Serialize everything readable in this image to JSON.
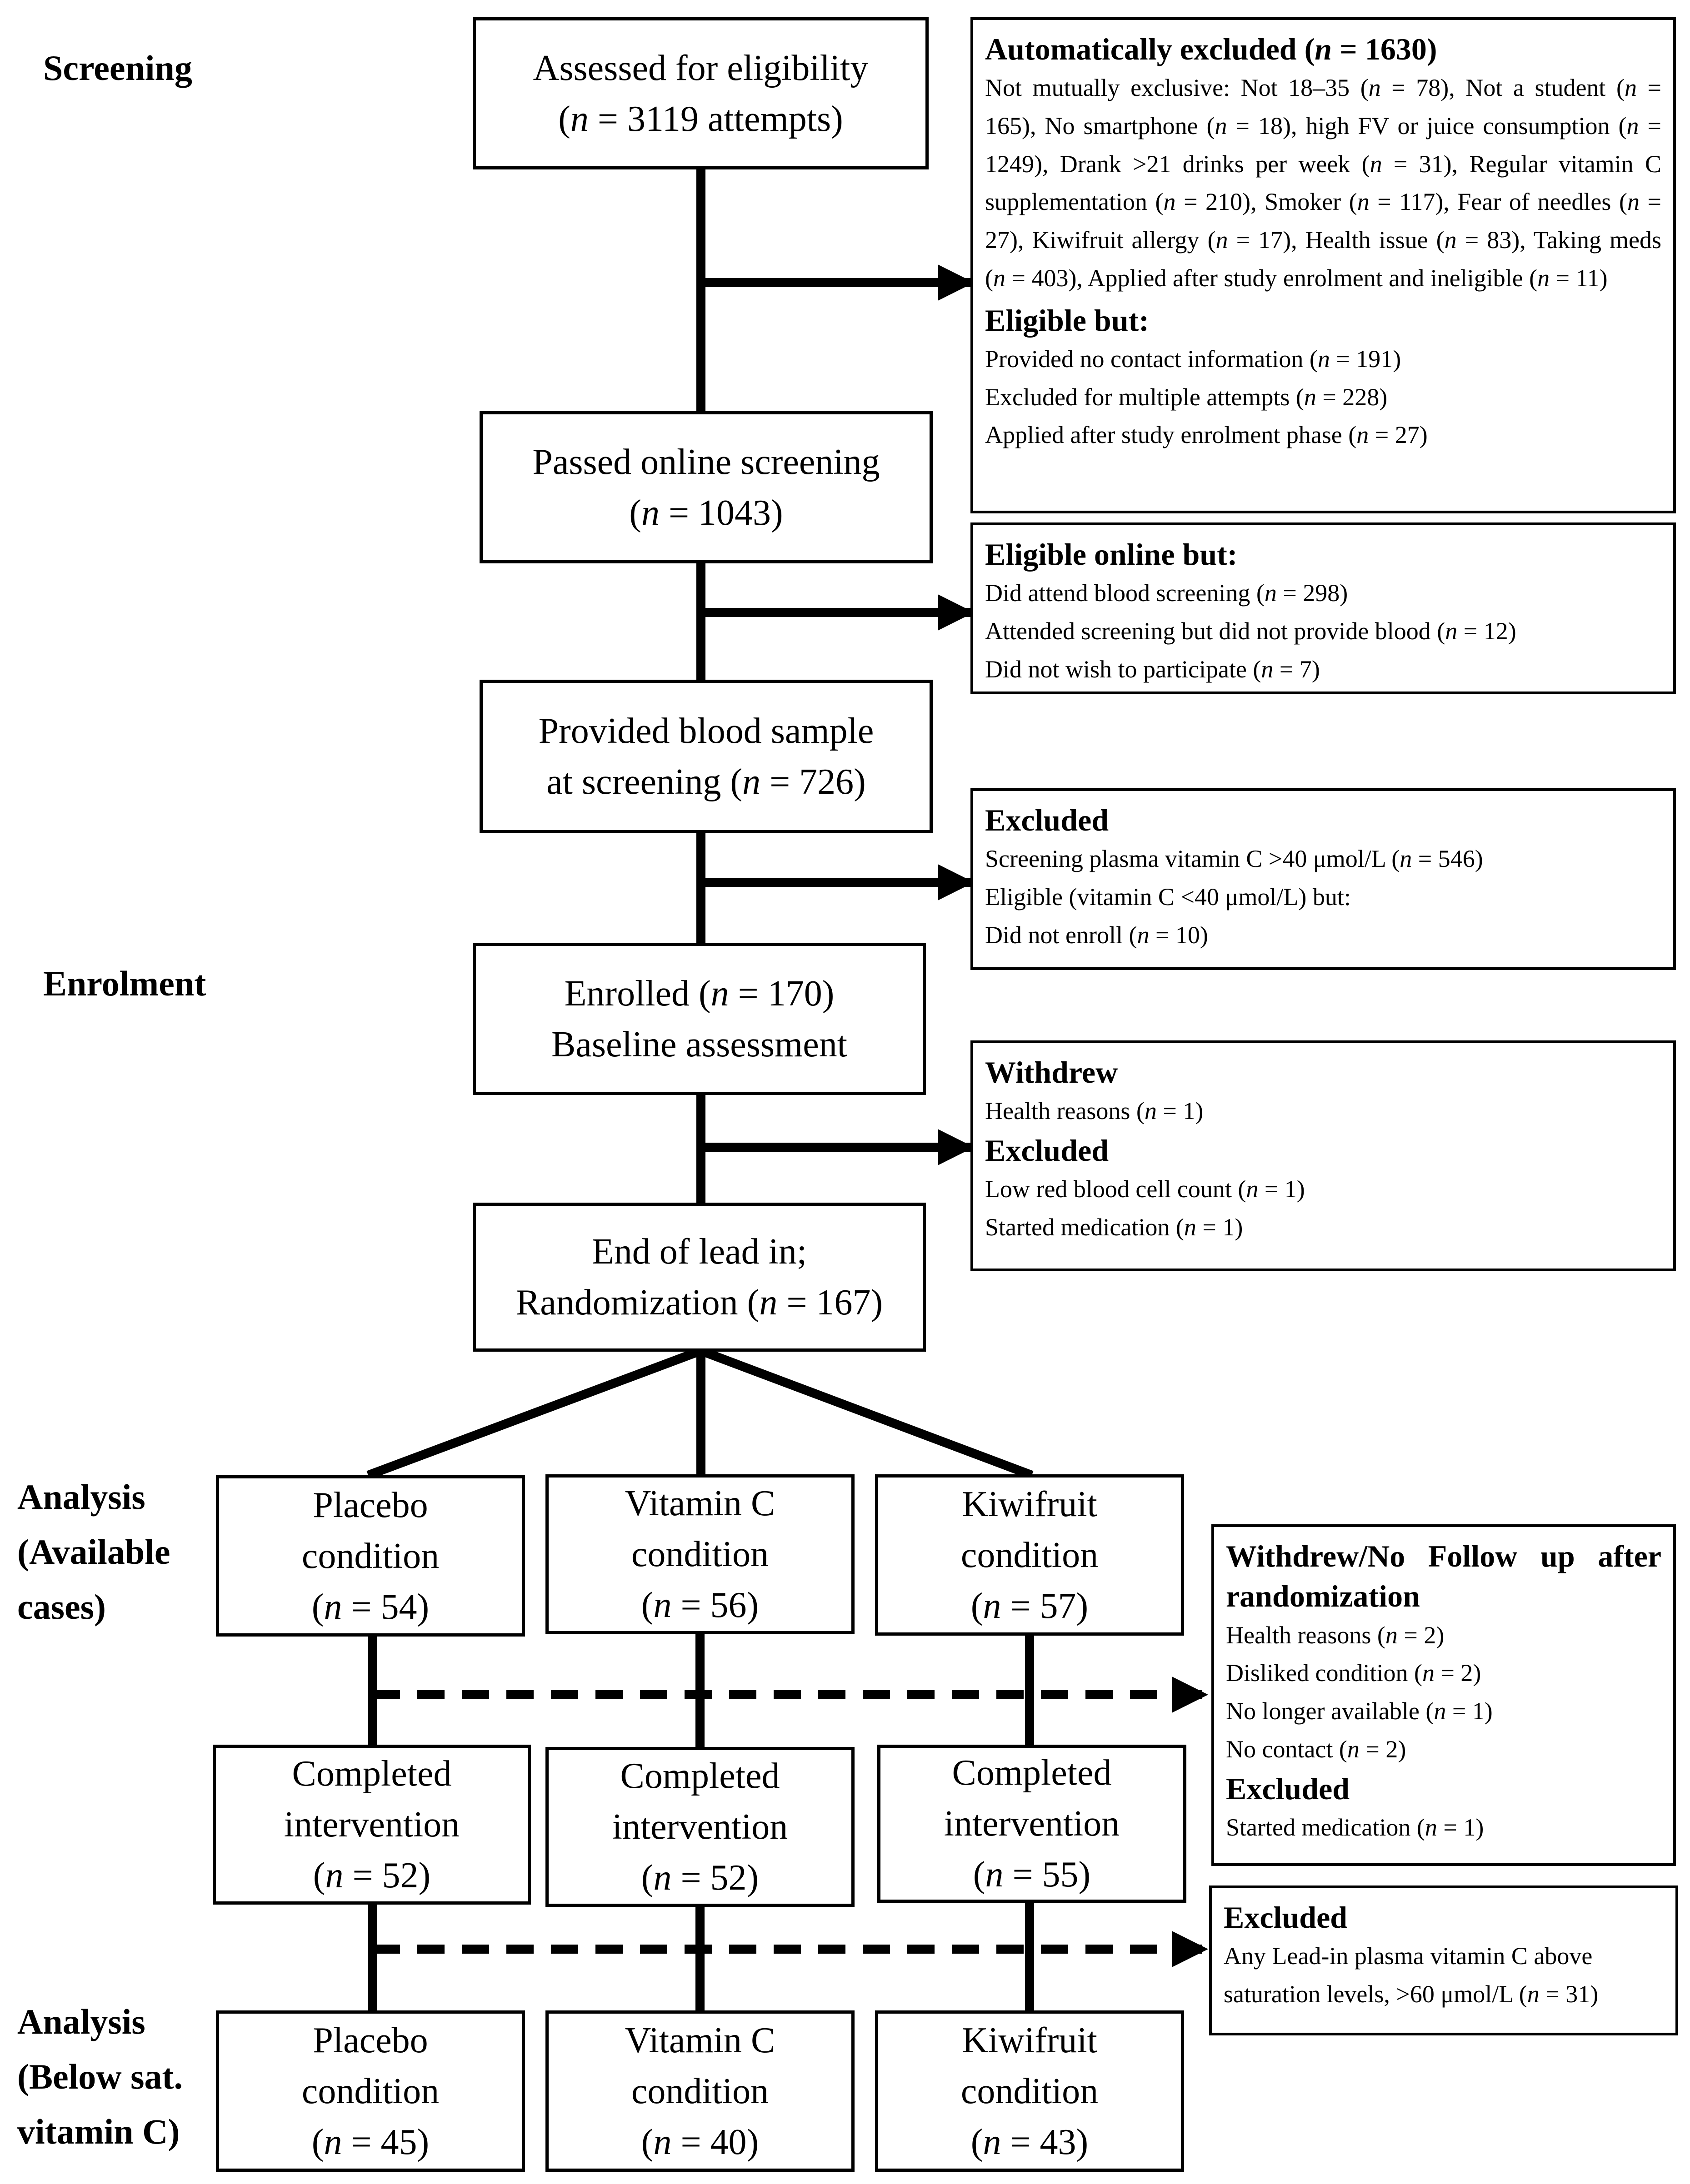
{
  "stages": {
    "screening": "Screening",
    "enrolment": "Enrolment",
    "analysis_available": [
      "Analysis",
      "(Available",
      "cases)"
    ],
    "analysis_below": [
      "Analysis",
      "(Below sat.",
      "vitamin C)"
    ]
  },
  "flow": {
    "assessed": [
      "Assessed for eligibility",
      "(n = 3119 attempts)"
    ],
    "passed": [
      "Passed online screening",
      "(n = 1043)"
    ],
    "blood": [
      "Provided blood sample",
      "at screening (n = 726)"
    ],
    "enrolled": [
      "Enrolled (n = 170)",
      "Baseline assessment"
    ],
    "randomization": [
      "End of lead in;",
      "Randomization (n = 167)"
    ],
    "arms_randomized": [
      [
        "Placebo",
        "condition",
        "(n = 54)"
      ],
      [
        "Vitamin C",
        "condition",
        "(n = 56)"
      ],
      [
        "Kiwifruit",
        "condition",
        "(n = 57)"
      ]
    ],
    "arms_completed": [
      [
        "Completed",
        "intervention",
        "(n = 52)"
      ],
      [
        "Completed",
        "intervention",
        "(n = 52)"
      ],
      [
        "Completed",
        "intervention",
        "(n = 55)"
      ]
    ],
    "arms_analysis": [
      [
        "Placebo",
        "condition",
        "(n = 45)"
      ],
      [
        "Vitamin C",
        "condition",
        "(n = 40)"
      ],
      [
        "Kiwifruit",
        "condition",
        "(n = 43)"
      ]
    ]
  },
  "exclusions": {
    "auto": {
      "heading": "Automatically excluded (n = 1630)",
      "body": "Not mutually exclusive: Not 18–35 (n = 78), Not a student (n = 165), No smartphone (n = 18), high FV or juice consumption (n = 1249), Drank >21 drinks per week (n = 31), Regular vitamin C supplementation (n = 210), Smoker (n = 117), Fear of needles (n = 27), Kiwifruit allergy (n = 17), Health issue (n = 83), Taking meds (n = 403), Applied after study enrolment and ineligible (n = 11)",
      "heading2": "Eligible but:",
      "items": [
        "Provided no contact information (n = 191)",
        "Excluded for multiple attempts (n = 228)",
        "Applied after study enrolment phase (n = 27)"
      ]
    },
    "online": {
      "heading": "Eligible online but:",
      "items": [
        "Did attend blood screening (n = 298)",
        "Attended screening but did not provide blood (n = 12)",
        "Did not wish to participate (n = 7)"
      ]
    },
    "screening": {
      "heading": "Excluded",
      "items": [
        "Screening plasma vitamin C >40 μmol/L (n = 546)",
        "Eligible (vitamin C <40 μmol/L) but:",
        "Did not enroll (n = 10)"
      ]
    },
    "leadin": {
      "heading": "Withdrew",
      "items": [
        "Health reasons (n = 1)"
      ],
      "heading2": "Excluded",
      "items2": [
        "Low red blood cell count (n = 1)",
        "Started medication (n = 1)"
      ]
    },
    "followup": {
      "heading": "Withdrew/No Follow up after randomization",
      "items": [
        "Health reasons (n = 2)",
        "Disliked condition (n = 2)",
        "No longer available (n = 1)",
        "No contact (n = 2)"
      ],
      "heading2": "Excluded",
      "items2": [
        "Started medication (n = 1)"
      ]
    },
    "saturation": {
      "heading": "Excluded",
      "body": "Any Lead-in plasma vitamin C above saturation levels, >60 μmol/L (n = 31)"
    }
  }
}
